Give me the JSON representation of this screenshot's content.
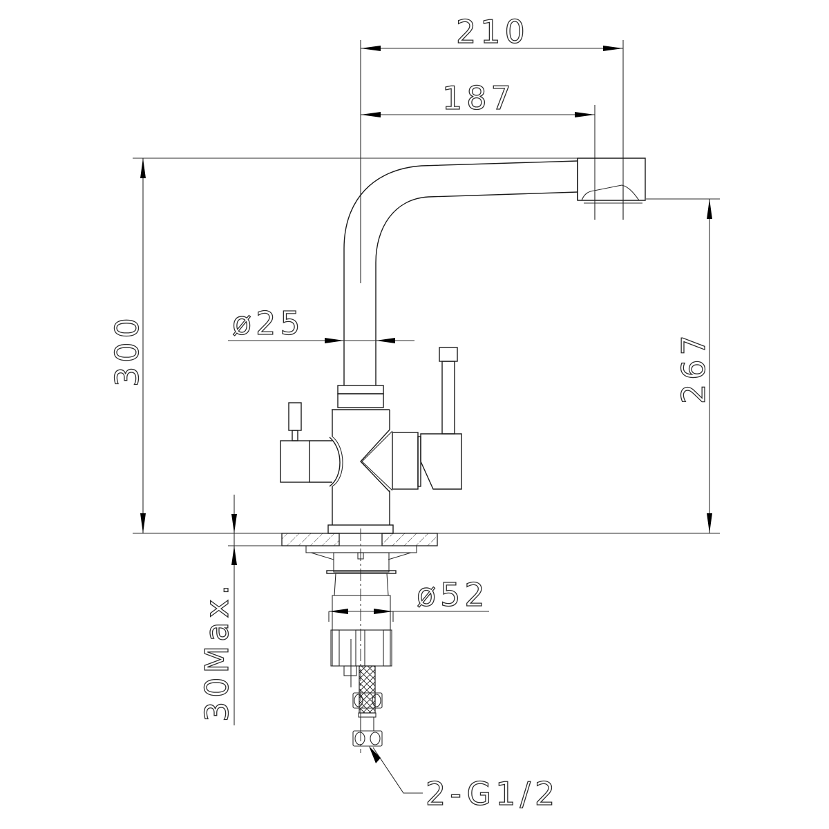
{
  "drawing": {
    "subject": "kitchen faucet with filter-water outlet, side elevation",
    "line_color": "#1a1a1a",
    "background": "#ffffff"
  },
  "dimensions": {
    "overall_reach": {
      "label": "210",
      "value": 210,
      "unit": "mm"
    },
    "spout_reach": {
      "label": "187",
      "value": 187,
      "unit": "mm"
    },
    "overall_height": {
      "label": "300",
      "value": 300,
      "unit": "mm"
    },
    "spout_height": {
      "label": "267",
      "value": 267,
      "unit": "mm"
    },
    "body_diameter": {
      "label": "ø25",
      "value": 25,
      "unit": "mm"
    },
    "shank_diameter": {
      "label": "ø52",
      "value": 52,
      "unit": "mm"
    },
    "counter_thickness": {
      "label": "30Max.",
      "value": 30,
      "unit": "mm"
    },
    "connection": {
      "label": "2-G1/2"
    }
  }
}
